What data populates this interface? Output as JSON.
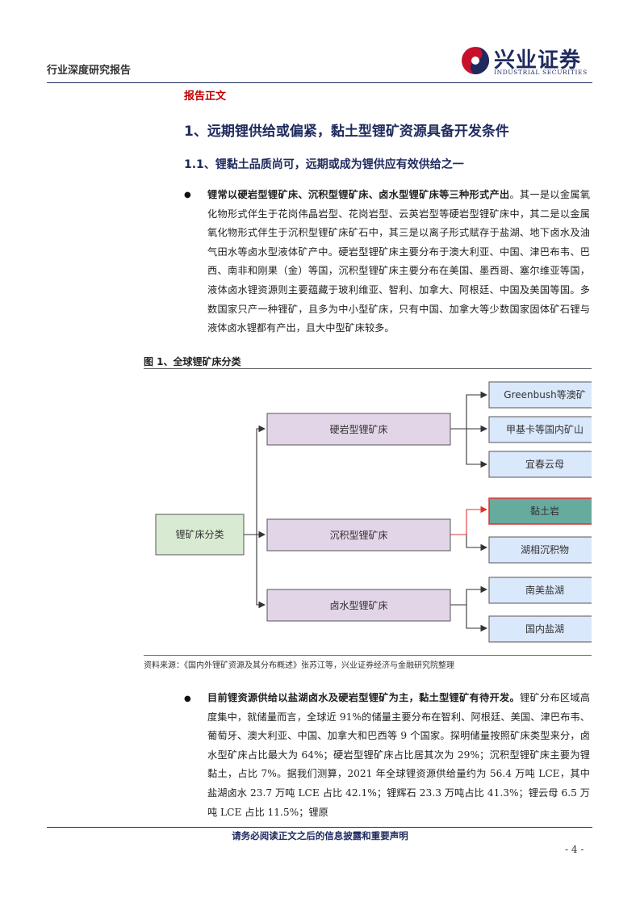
{
  "header": {
    "report_type": "行业深度研究报告",
    "logo_name": "兴业证券",
    "logo_sub": "INDUSTRIAL SECURITIES",
    "section_tag": "报告正文"
  },
  "headings": {
    "h1": "1、远期锂供给或偏紧，黏土型锂矿资源具备开发条件",
    "h2": "1.1、锂黏土品质尚可，远期或成为锂供应有效供给之一"
  },
  "para1": {
    "bullet": "●",
    "bold": "锂常以硬岩型锂矿床、沉积型锂矿床、卤水型锂矿床等三种形式产出",
    "text": "。其一是以金属氧化物形式伴生于花岗伟晶岩型、花岗岩型、云英岩型等硬岩型锂矿床中，其二是以金属氧化物形式伴生于沉积型锂矿床矿石中，其三是以离子形式赋存于盐湖、地下卤水及油气田水等卤水型液体矿产中。硬岩型锂矿床主要分布于澳大利亚、中国、津巴布韦、巴西、南非和刚果（金）等国，沉积型锂矿床主要分布在美国、墨西哥、塞尔维亚等国，液体卤水锂资源则主要蕴藏于玻利维亚、智利、加拿大、阿根廷、中国及美国等国。多数国家只产一种锂矿，且多为中小型矿床，只有中国、加拿大等少数国家固体矿石锂与液体卤水锂都有产出，且大中型矿床较多。"
  },
  "figure": {
    "title": "图 1、全球锂矿床分类",
    "source": "资料来源：《国内外锂矿资源及其分布概述》张苏江等，兴业证券经济与金融研究院整理",
    "root": "锂矿床分类",
    "mid": [
      "硬岩型锂矿床",
      "沉积型锂矿床",
      "卤水型锂矿床"
    ],
    "leaves": [
      "Greenbush等澳矿",
      "甲基卡等国内矿山",
      "宜春云母",
      "黏土岩",
      "湖相沉积物",
      "南美盐湖",
      "国内盐湖"
    ],
    "colors": {
      "root_fill": "#d9ead3",
      "mid_fill": "#e1d5e7",
      "leaf_fill": "#dae8fc",
      "highlight_fill": "#67ab9f",
      "highlight_border": "#e03030"
    }
  },
  "para2": {
    "bullet": "●",
    "bold": "目前锂资源供给以盐湖卤水及硬岩型锂矿为主，黏土型锂矿有待开发。",
    "text": "锂矿分布区域高度集中，就储量而言，全球近 91%的储量主要分布在智利、阿根廷、美国、津巴布韦、葡萄牙、澳大利亚、中国、加拿大和巴西等 9 个国家。探明储量按照矿床类型来分，卤水型矿床占比最大为 64%；硬岩型锂矿床占比居其次为 29%；沉积型锂矿床主要为锂黏土，占比 7%。据我们测算，2021 年全球锂资源供给量约为 56.4 万吨 LCE，其中盐湖卤水 23.7 万吨 LCE 占比 42.1%；锂辉石 23.3 万吨占比 41.3%；锂云母 6.5 万吨 LCE 占比 11.5%；锂原"
  },
  "footer": {
    "notice": "请务必阅读正文之后的信息披露和重要声明",
    "page": "- 4 -"
  }
}
